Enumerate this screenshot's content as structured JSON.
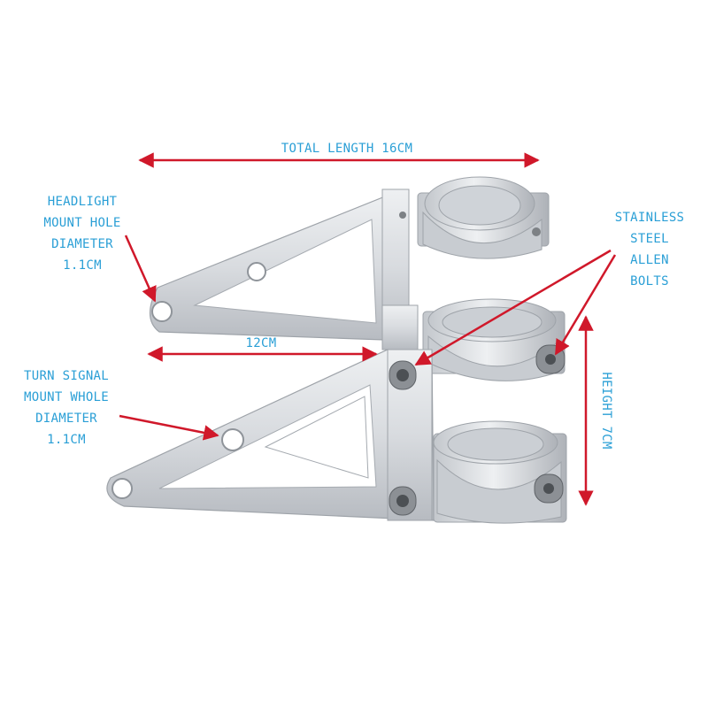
{
  "labels": {
    "total_length": "TOTAL LENGTH 16CM",
    "headlight_hole": [
      "HEADLIGHT",
      "MOUNT HOLE",
      "DIAMETER",
      "1.1CM"
    ],
    "bolts": [
      "STAINLESS",
      "STEEL",
      "ALLEN",
      "BOLTS"
    ],
    "mid_length": "12CM",
    "turn_signal_hole": [
      "TURN SIGNAL",
      "MOUNT WHOLE",
      "DIAMETER",
      "1.1CM"
    ],
    "height": "HEIGHT 7CM"
  },
  "colors": {
    "label_text": "#2a9fd6",
    "arrow": "#d0182a",
    "metal": "#d6d9dd",
    "metal_dark": "#a9adb3",
    "bolt": "#7d8185"
  }
}
